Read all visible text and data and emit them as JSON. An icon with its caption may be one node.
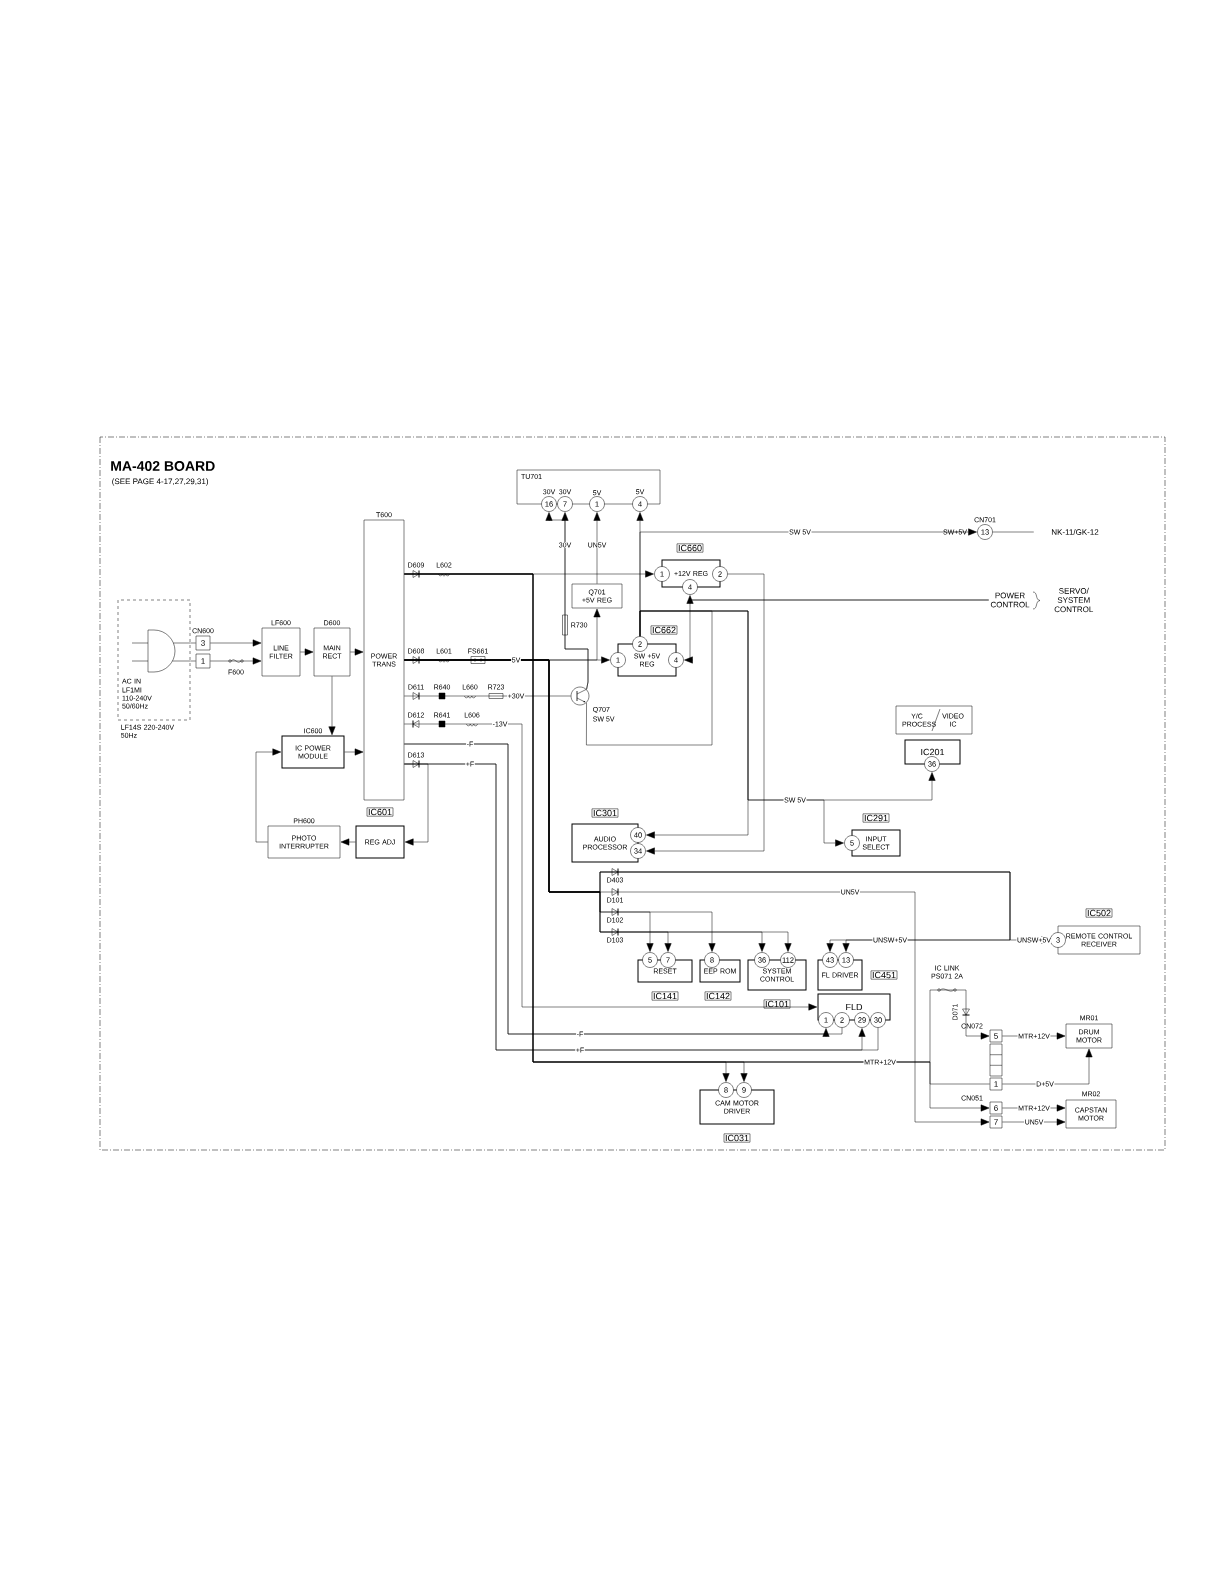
{
  "diagram": {
    "title": "MA-402 BOARD",
    "nodes": [
      {
        "text": [
          "AC IN",
          "LF1MI 110-240V 50/60Hz"
        ],
        "beside": [
          "LF14S 220-240V 50Hz"
        ]
      },
      {
        "text": [
          "3"
        ],
        "beside": [
          "CN600"
        ]
      },
      {
        "text": [
          "1"
        ]
      },
      {
        "text": [
          "LINE FILTER"
        ],
        "beside": [
          "LF600"
        ]
      },
      {
        "text": [
          "MAIN RECT"
        ],
        "beside": [
          "D600"
        ]
      },
      {
        "text": [
          "POWER TRANS"
        ],
        "beside": [
          "T600"
        ]
      },
      {
        "text": [
          "IC POWER MODULE"
        ],
        "beside": [
          "IC600"
        ]
      },
      {
        "text": [
          "PHOTO INTERRUPTER"
        ],
        "beside": [
          "PH600"
        ]
      },
      {
        "text": [
          "REG ADJ"
        ],
        "beside": [
          "IC601"
        ]
      },
      {
        "text": [
          "TU701"
        ]
      },
      {
        "text": [
          "16"
        ],
        "beside": [
          "30V"
        ]
      },
      {
        "text": [
          "7"
        ],
        "beside": [
          "30V"
        ]
      },
      {
        "text": [
          "1"
        ],
        "beside": [
          "5V"
        ]
      },
      {
        "text": [
          "4"
        ],
        "beside": [
          "5V"
        ]
      },
      {
        "text": [
          "Q701",
          "+5V REG"
        ]
      },
      {
        "text": [],
        "shape": "circle",
        "beside": [
          "Q707",
          "SW 5V"
        ]
      },
      {
        "text": [
          "+12V REG"
        ],
        "beside": [
          "IC660"
        ]
      },
      {
        "text": [
          "1"
        ]
      },
      {
        "text": [
          "2"
        ]
      },
      {
        "text": [
          "4"
        ]
      },
      {
        "text": [
          "SW +5V REG"
        ],
        "beside": [
          "IC662"
        ]
      },
      {
        "text": [
          "1"
        ]
      },
      {
        "text": [
          "2"
        ]
      },
      {
        "text": [
          "4"
        ]
      },
      {
        "text": [
          "13"
        ],
        "beside": [
          "CN701"
        ]
      },
      {
        "text": [
          "NK-11/GK-12"
        ]
      },
      {
        "text": [
          "POWER CONTROL"
        ],
        "beside": [
          "SERVO/ SYSTEM CONTROL"
        ]
      },
      {
        "text": [
          "Y/C PROCESS",
          "VIDEO IC"
        ]
      },
      {
        "text": [
          "IC201"
        ]
      },
      {
        "text": [
          "36"
        ]
      },
      {
        "text": [
          "INPUT SELECT"
        ],
        "beside": [
          "IC291"
        ]
      },
      {
        "text": [
          "5"
        ]
      },
      {
        "text": [
          "AUDIO PROCESSOR"
        ],
        "beside": [
          "IC301"
        ]
      },
      {
        "text": [
          "40"
        ]
      },
      {
        "text": [
          "34"
        ]
      },
      {
        "text": [
          "RESET"
        ],
        "beside": [
          "IC141"
        ]
      },
      {
        "text": [
          "5"
        ]
      },
      {
        "text": [
          "7"
        ]
      },
      {
        "text": [
          "EEP ROM"
        ],
        "beside": [
          "IC142"
        ]
      },
      {
        "text": [
          "8"
        ]
      },
      {
        "text": [
          "SYSTEM CONTROL"
        ],
        "beside": [
          "IC101"
        ]
      },
      {
        "text": [
          "36"
        ]
      },
      {
        "text": [
          "112"
        ]
      },
      {
        "text": [
          "FL DRIVER"
        ],
        "beside": [
          "IC451"
        ]
      },
      {
        "text": [
          "43"
        ]
      },
      {
        "text": [
          "13"
        ]
      },
      {
        "text": [
          "FLD"
        ]
      },
      {
        "text": [
          "1"
        ]
      },
      {
        "text": [
          "2"
        ]
      },
      {
        "text": [
          "29"
        ]
      },
      {
        "text": [
          "30"
        ]
      },
      {
        "text": [
          "CAM MOTOR DRIVER"
        ],
        "beside": [
          "IC031"
        ]
      },
      {
        "text": [
          "8"
        ]
      },
      {
        "text": [
          "9"
        ]
      },
      {
        "text": [
          "REMOTE CONTROL RECEIVER"
        ],
        "beside": [
          "IC502"
        ]
      },
      {
        "text": [
          "3"
        ]
      },
      {
        "text": [
          "5"
        ],
        "beside": [
          "CN072"
        ]
      },
      {
        "text": [
          "1"
        ]
      },
      {
        "text": [
          "DRUM MOTOR"
        ],
        "beside": [
          "MR01"
        ]
      },
      {
        "text": [
          "6"
        ],
        "beside": [
          "CN051"
        ]
      },
      {
        "text": [
          "7"
        ]
      },
      {
        "text": [
          "CAPSTAN MOTOR"
        ],
        "beside": [
          "MR02"
        ]
      }
    ],
    "edges": [
      {
        "from": 0,
        "to": 1,
        "arrow": "none"
      },
      {
        "from": 0,
        "to": 2,
        "arrow": "none"
      },
      {
        "from": 1,
        "to": 3,
        "arrow": "to"
      },
      {
        "from": 2,
        "to": 3,
        "arrow": "to",
        "label": "F600"
      },
      {
        "from": 3,
        "to": 4,
        "arrow": "to"
      },
      {
        "from": 4,
        "to": 5,
        "arrow": "to"
      },
      {
        "from": 4,
        "to": 6,
        "arrow": "to"
      },
      {
        "from": 6,
        "to": 5,
        "arrow": "to"
      },
      {
        "from": 8,
        "to": 7,
        "arrow": "to"
      },
      {
        "from": 7,
        "to": 6,
        "arrow": "to"
      },
      {
        "from": 5,
        "to": 17,
        "arrow": "to"
      },
      {
        "from": 5,
        "to": 21,
        "arrow": "to",
        "label": "5V"
      },
      {
        "from": 5,
        "to": 14,
        "arrow": "to"
      },
      {
        "from": 14,
        "to": 12,
        "arrow": "to",
        "label": "UN5V"
      },
      {
        "from": 5,
        "to": 15,
        "arrow": "none",
        "label": "+30V"
      },
      {
        "from": 15,
        "to": 11,
        "arrow": "to",
        "label": "30V"
      },
      {
        "from": 15,
        "to": 10,
        "arrow": "to"
      },
      {
        "from": 5,
        "to": 46,
        "arrow": "to",
        "label": "-13V"
      },
      {
        "from": 5,
        "to": 47,
        "arrow": "to",
        "label": "-F"
      },
      {
        "from": 5,
        "to": 48,
        "arrow": "none",
        "label": "-F"
      },
      {
        "from": 5,
        "to": 49,
        "arrow": "to",
        "label": "+F"
      },
      {
        "from": 5,
        "to": 50,
        "arrow": "none",
        "label": "+F"
      },
      {
        "from": 5,
        "to": 8,
        "arrow": "to"
      },
      {
        "from": 22,
        "to": 13,
        "arrow": "to"
      },
      {
        "from": 22,
        "to": 24,
        "arrow": "to",
        "label": "SW 5V"
      },
      {
        "from": 24,
        "to": 25,
        "arrow": "none"
      },
      {
        "from": 18,
        "to": 34,
        "arrow": "to"
      },
      {
        "from": 22,
        "to": 33,
        "arrow": "to"
      },
      {
        "from": 22,
        "to": 31,
        "arrow": "to",
        "label": "SW 5V"
      },
      {
        "from": 22,
        "to": 29,
        "arrow": "to"
      },
      {
        "from": 26,
        "to": 19,
        "arrow": "to"
      },
      {
        "from": 26,
        "to": 23,
        "arrow": "to"
      },
      {
        "from": 15,
        "to": 22,
        "arrow": "none"
      },
      {
        "from": 5,
        "to": 52,
        "arrow": "to"
      },
      {
        "from": 5,
        "to": 53,
        "arrow": "to"
      },
      {
        "from": 5,
        "to": 56,
        "arrow": "to",
        "label": "MTR+12V"
      },
      {
        "from": 5,
        "to": 59,
        "arrow": "to"
      },
      {
        "from": 5,
        "to": 57,
        "arrow": "none"
      },
      {
        "from": 57,
        "to": 58,
        "arrow": "to",
        "label": "D+5V"
      },
      {
        "from": 56,
        "to": 58,
        "arrow": "to",
        "label": "MTR+12V"
      },
      {
        "from": 59,
        "to": 61,
        "arrow": "to",
        "label": "MTR+12V"
      },
      {
        "from": 60,
        "to": 61,
        "arrow": "to",
        "label": "UN5V"
      },
      {
        "from": 5,
        "to": 60,
        "arrow": "to",
        "label": "UN5V"
      },
      {
        "from": 5,
        "to": 36,
        "arrow": "to"
      },
      {
        "from": 5,
        "to": 37,
        "arrow": "to"
      },
      {
        "from": 5,
        "to": 39,
        "arrow": "to"
      },
      {
        "from": 5,
        "to": 41,
        "arrow": "to"
      },
      {
        "from": 5,
        "to": 42,
        "arrow": "to"
      },
      {
        "from": 5,
        "to": 55,
        "arrow": "to",
        "label": "UNSW+5V"
      },
      {
        "from": 5,
        "to": 44,
        "arrow": "to",
        "label": "UNSW+5V"
      },
      {
        "from": 5,
        "to": 45,
        "arrow": "to"
      }
    ],
    "labels": [
      "(SEE PAGE 4-17,27,29,31)",
      "D609",
      "L602",
      "D608",
      "L601",
      "FS661",
      "D611",
      "R640",
      "L660",
      "R723",
      "D612",
      "R641",
      "L606",
      "D613",
      "R730",
      "SW+5V",
      "D403",
      "D101",
      "D102",
      "D103",
      "IC LINK PS071 2A",
      "D071"
    ]
  }
}
